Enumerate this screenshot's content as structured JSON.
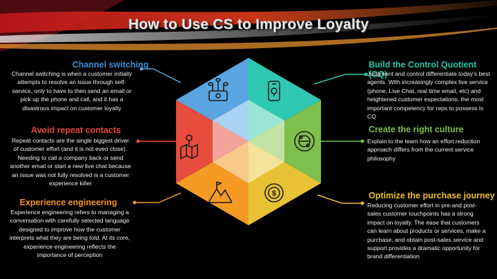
{
  "title": "How to Use CS to Improve Loyalty",
  "colors": {
    "blue": "#5aa5e0",
    "teal": "#2ec9b0",
    "green": "#7fbf4d",
    "yellow": "#e8c234",
    "orange": "#f59a25",
    "red": "#e84c3c"
  },
  "left_sections": [
    {
      "heading": "Channel switching",
      "heading_color": "#3a8fd8",
      "icon": "money-plant-icon",
      "lines": [
        "Channel switching is when a customer initially",
        "attempts to resolve an issue through self-",
        "service, only to have to then send an email or",
        "pick up the phone and call, and it has a",
        "disastrous impact on customer loyalty"
      ]
    },
    {
      "heading": "Avoid repeat contacts",
      "heading_color": "#e8463c",
      "icon": "map-location-icon",
      "lines": [
        "Repeat contacts are the single biggest driver",
        "of customer effort (and it is not even close).",
        "Needing to call a company back or send",
        "another email or start a new live chat because",
        "an issue was not fully resolved is a customer",
        "experience killer"
      ]
    },
    {
      "heading": "Experience engineering",
      "heading_color": "#f5921e",
      "icon": "mountain-flag-icon",
      "lines": [
        "Experience engineering refers to managing a",
        "conversation with carefully selected language",
        "designed to improve how the customer",
        "interprets what they are being told.  At its core,",
        "experience engineering reflects the",
        "importance of perception"
      ]
    }
  ],
  "right_sections": [
    {
      "heading": "Build the Control Quotient (CQ)",
      "heading_color": "#22c7a8",
      "icon": "mobile-idea-icon",
      "lines": [
        "Judgment and control differentiate today's best",
        "agents. With increasingly complex live service",
        "(phone, Live Chat, real time email, etc) and",
        "heightened customer expectations, the most",
        "important competency for reps to possess is",
        "CQ"
      ]
    },
    {
      "heading": "Create the right culture",
      "heading_color": "#7ec04a",
      "icon": "team-globe-icon",
      "lines": [
        "Explain to the team how an effort reduction",
        "approach differs from the current service",
        "philosophy"
      ]
    },
    {
      "heading": "Optimize the purchase journey",
      "heading_color": "#eac12e",
      "icon": "dollar-cycle-icon",
      "lines": [
        "Reducing customer effort in pre-and post-",
        "sales customer touchpoints has a strong",
        "impact on loyalty. The ease that customers",
        "can learn about products or services, make a",
        "purchase, and obtain post-sales service and",
        "support provides a dramatic opportunity for",
        "brand differentiation"
      ]
    }
  ]
}
